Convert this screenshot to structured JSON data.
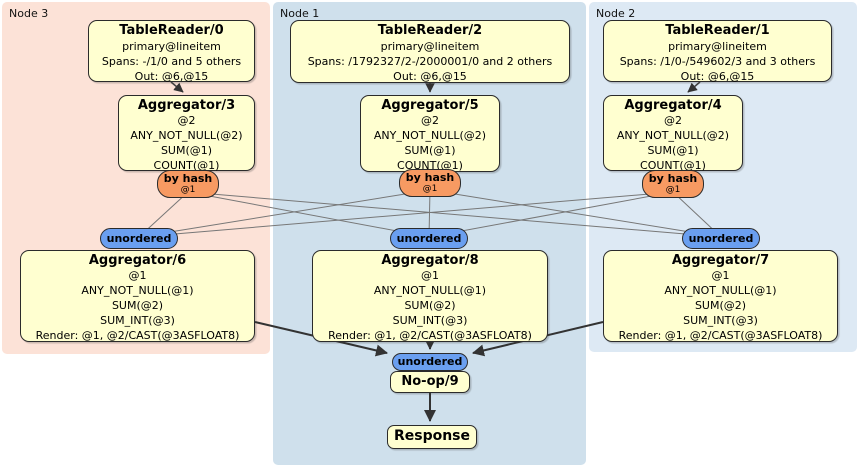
{
  "regions": {
    "node3": {
      "label": "Node 3"
    },
    "node1": {
      "label": "Node 1"
    },
    "node2": {
      "label": "Node 2"
    }
  },
  "routers": {
    "by_hash": {
      "label": "by hash",
      "sub": "@1"
    },
    "unordered": {
      "label": "unordered"
    }
  },
  "processors": {
    "tablereader0": {
      "title": "TableReader/0",
      "lines": [
        "primary@lineitem",
        "Spans: -/1/0 and 5 others",
        "Out: @6,@15"
      ]
    },
    "tablereader2": {
      "title": "TableReader/2",
      "lines": [
        "primary@lineitem",
        "Spans: /1792327/2-/2000001/0 and 2 others",
        "Out: @6,@15"
      ]
    },
    "tablereader1": {
      "title": "TableReader/1",
      "lines": [
        "primary@lineitem",
        "Spans: /1/0-/549602/3 and 3 others",
        "Out: @6,@15"
      ]
    },
    "aggregator3": {
      "title": "Aggregator/3",
      "lines": [
        "@2",
        "ANY_NOT_NULL(@2)",
        "SUM(@1)",
        "COUNT(@1)"
      ]
    },
    "aggregator5": {
      "title": "Aggregator/5",
      "lines": [
        "@2",
        "ANY_NOT_NULL(@2)",
        "SUM(@1)",
        "COUNT(@1)"
      ]
    },
    "aggregator4": {
      "title": "Aggregator/4",
      "lines": [
        "@2",
        "ANY_NOT_NULL(@2)",
        "SUM(@1)",
        "COUNT(@1)"
      ]
    },
    "aggregator6": {
      "title": "Aggregator/6",
      "lines": [
        "@1",
        "ANY_NOT_NULL(@1)",
        "SUM(@2)",
        "SUM_INT(@3)",
        "Render: @1, @2/CAST(@3ASFLOAT8)"
      ]
    },
    "aggregator8": {
      "title": "Aggregator/8",
      "lines": [
        "@1",
        "ANY_NOT_NULL(@1)",
        "SUM(@2)",
        "SUM_INT(@3)",
        "Render: @1, @2/CAST(@3ASFLOAT8)"
      ]
    },
    "aggregator7": {
      "title": "Aggregator/7",
      "lines": [
        "@1",
        "ANY_NOT_NULL(@1)",
        "SUM(@2)",
        "SUM_INT(@3)",
        "Render: @1, @2/CAST(@3ASFLOAT8)"
      ]
    },
    "noop9": {
      "title": "No-op/9"
    },
    "response": {
      "title": "Response"
    }
  },
  "colors": {
    "node3_bg": "#fce2d7",
    "node1_bg": "#cfe0ec",
    "node2_bg": "#dde9f4",
    "processor_bg": "#ffffd0",
    "by_hash_bg": "#f79a62",
    "unordered_bg": "#6a9ff0",
    "edge_thin": "#777777",
    "edge_thick": "#333333"
  }
}
